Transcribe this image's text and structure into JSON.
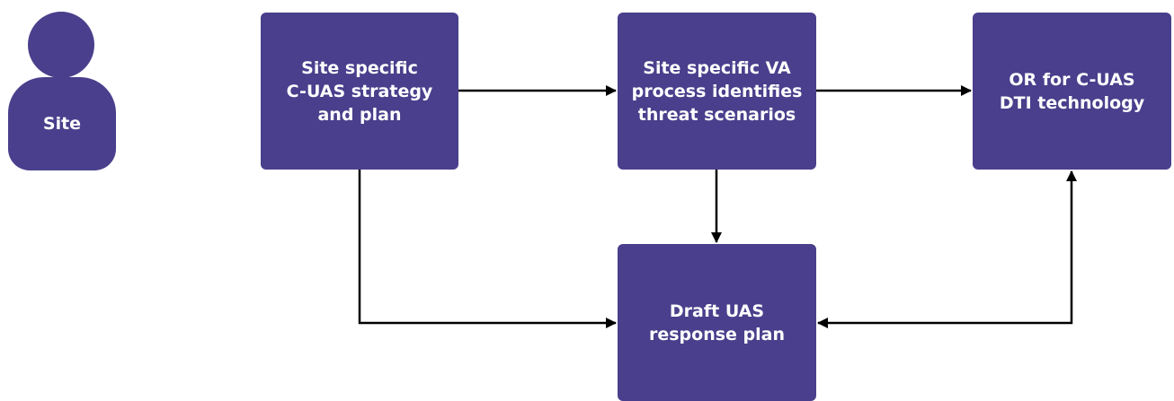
{
  "theme": {
    "node_color": "#493f8c",
    "text_color": "#ffffff",
    "connector_color": "#000000"
  },
  "actor": {
    "icon": "person-icon",
    "label": "Site"
  },
  "nodes": {
    "strategy": "Site specific\nC-UAS strategy\nand plan",
    "va_process": "Site specific VA\nprocess identifies\nthreat scenarios",
    "or_technology": "OR for C-UAS\nDTI technology",
    "draft_plan": "Draft UAS\nresponse plan"
  },
  "edges": [
    {
      "from": "strategy",
      "to": "va_process"
    },
    {
      "from": "va_process",
      "to": "or_technology"
    },
    {
      "from": "va_process",
      "to": "draft_plan"
    },
    {
      "from": "strategy",
      "to": "draft_plan"
    },
    {
      "from": "or_technology",
      "to": "draft_plan",
      "bidirectional": true
    }
  ]
}
